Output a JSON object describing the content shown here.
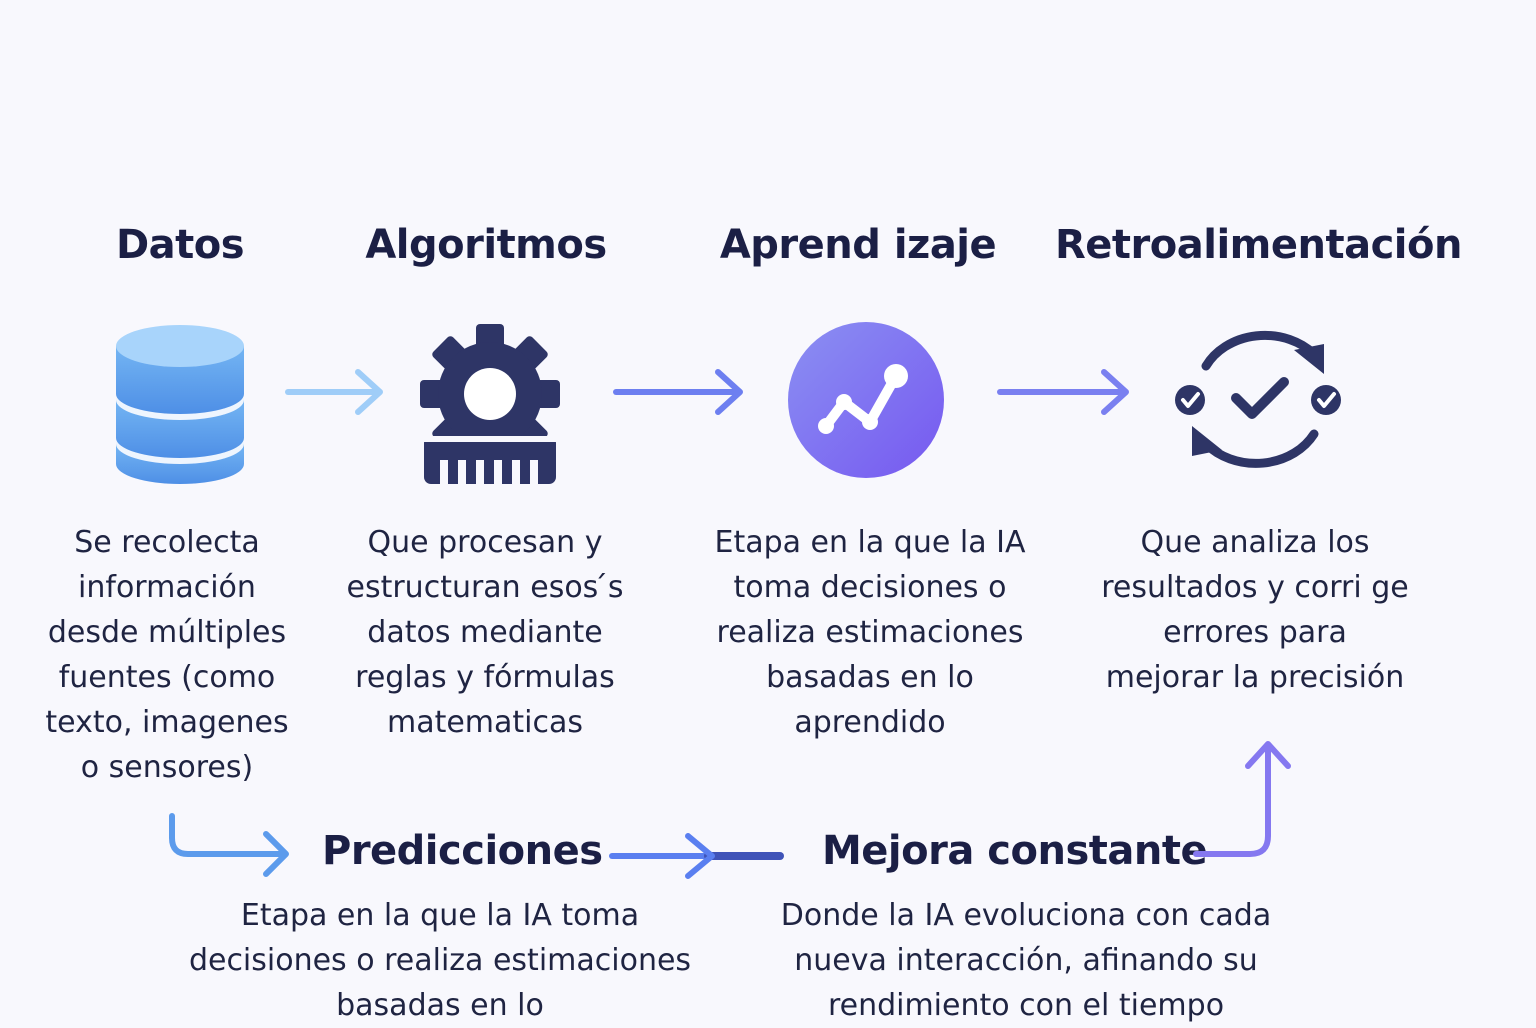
{
  "steps": [
    {
      "title": "Datos",
      "icon": "database-icon",
      "description": "Se recolecta información desde múltiples fuentes (como texto, imagenes o sensores)"
    },
    {
      "title": "Algoritmos",
      "icon": "gear-icon",
      "description": "Que procesan y estructuran esos ́s datos mediante reglas y fórmulas matematicas"
    },
    {
      "title": "Aprend izaje",
      "icon": "trend-line-icon",
      "description": "Etapa en la que la IA toma decisiones o realiza estimaciones basadas en lo aprendido"
    },
    {
      "title": "Retroalimentación",
      "icon": "refresh-check-icon",
      "description": "Que analiza los resultados y corri ge errores para mejorar la precisión"
    }
  ],
  "bottom": [
    {
      "title": "Predicciones",
      "description": "Etapa en la que la IA toma decisiones o realiza estimaciones basadas en lo"
    },
    {
      "title": "Mejora constante",
      "description": "Donde la IA evoluciona con cada nueva interacción, afinando su rendimiento con el tiempo"
    }
  ],
  "colors": {
    "background": "#f8f8fd",
    "title": "#1b1f45",
    "arrow_light": "#9fcdf8",
    "arrow_mid": "#6d7ff0",
    "arrow_purple": "#8578f0",
    "gear": "#2e3566",
    "circle_start": "#8a8cf2",
    "circle_end": "#7a5ef1",
    "db_top": "#a8d4fb",
    "db_body": "#5ea2ec"
  }
}
